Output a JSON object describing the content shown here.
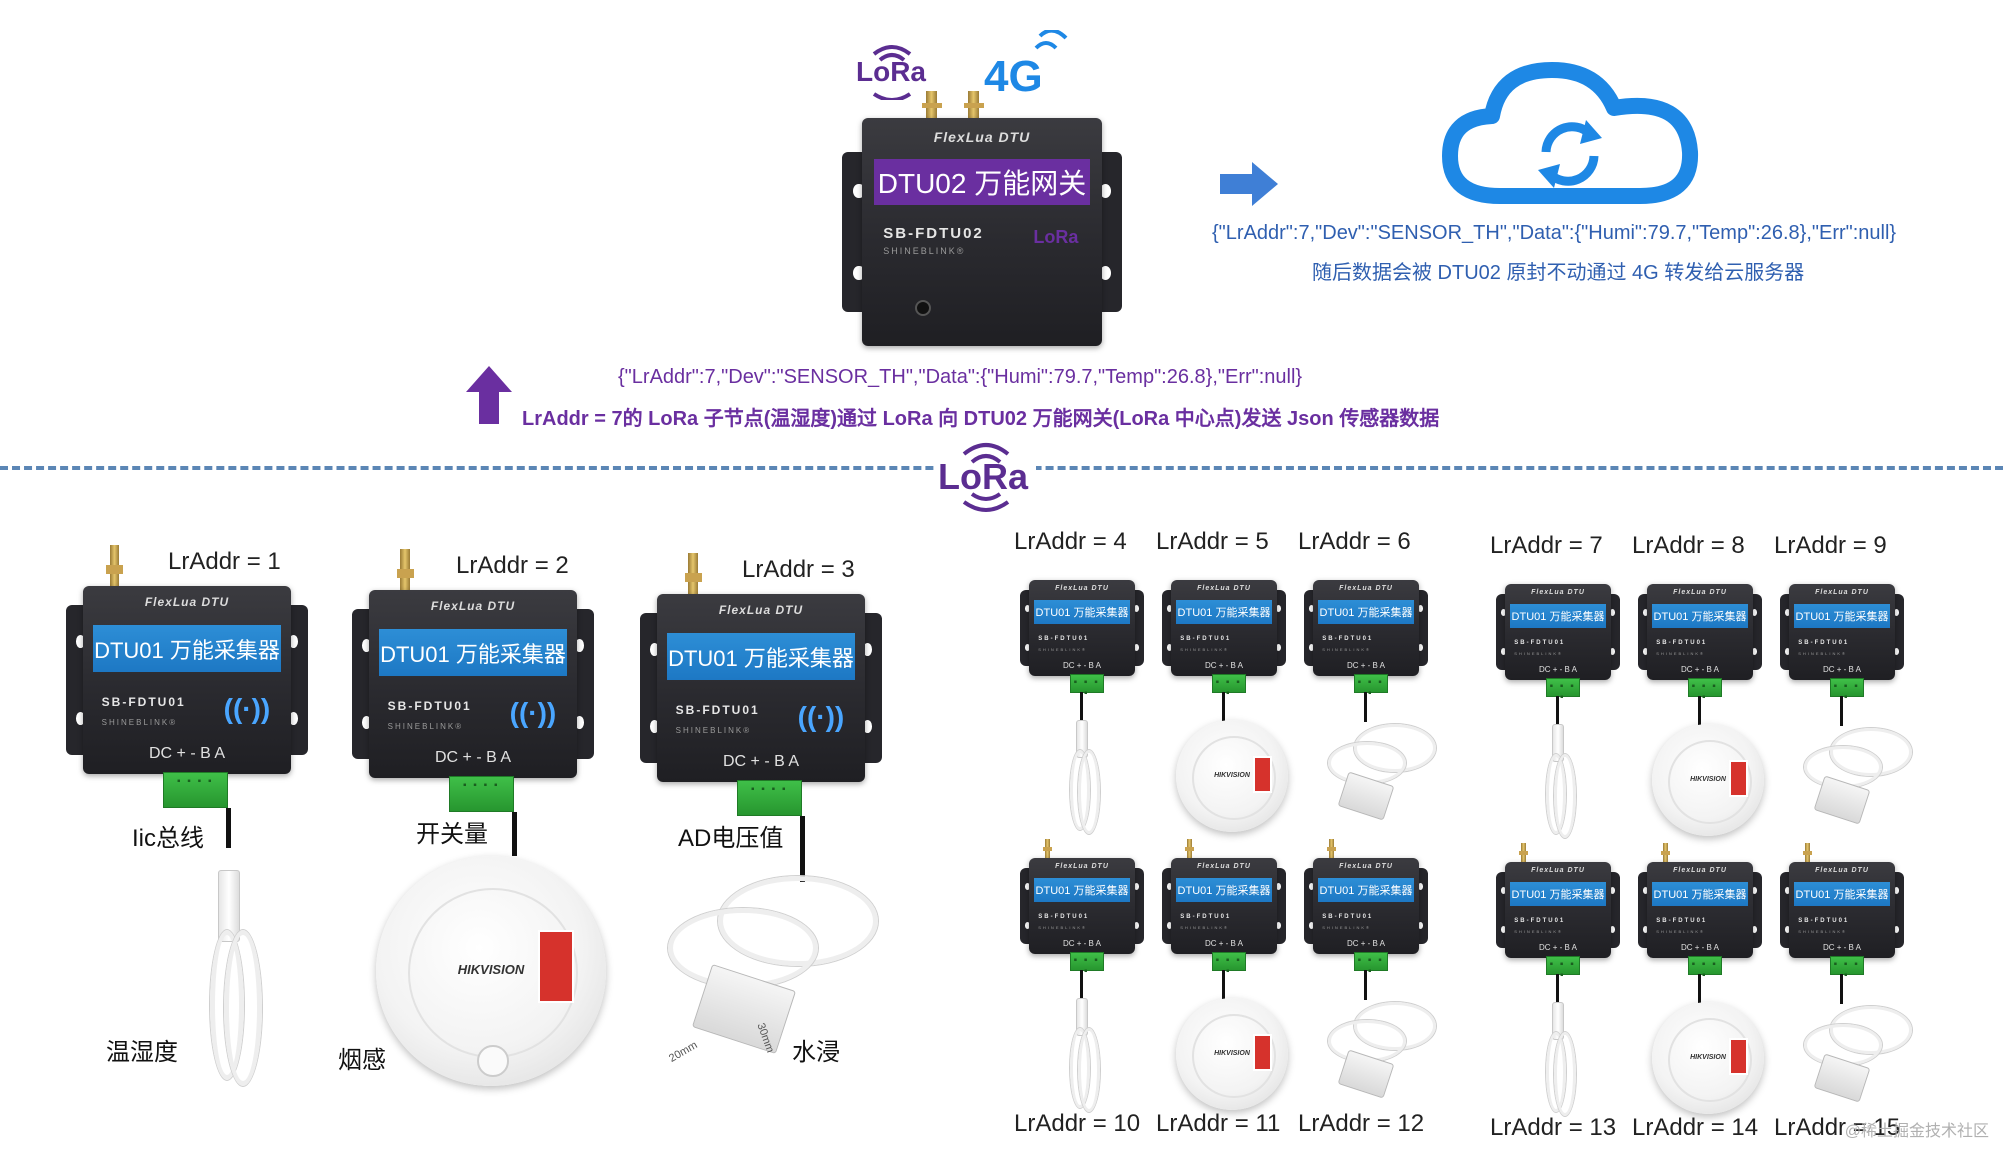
{
  "gateway": {
    "brand": "FlexLua DTU",
    "label": "DTU02 万能网关",
    "model": "SB-FDTU02",
    "sub": "SHINEBLINK®",
    "lora_badge": "LoRa",
    "lora_logo": "LoRa",
    "badge_4g": "4G"
  },
  "cloud": {
    "json": "{\"LrAddr\":7,\"Dev\":\"SENSOR_TH\",\"Data\":{\"Humi\":79.7,\"Temp\":26.8},\"Err\":null}",
    "note": "随后数据会被 DTU02 原封不动通过 4G 转发给云服务器",
    "color": "#2f5fb0"
  },
  "uplink": {
    "json": "{\"LrAddr\":7,\"Dev\":\"SENSOR_TH\",\"Data\":{\"Humi\":79.7,\"Temp\":26.8},\"Err\":null}",
    "note": "LrAddr = 7的 LoRa 子节点(温湿度)通过 LoRa 向 DTU02 万能网关(LoRa 中心点)发送 Json 传感器数据",
    "color": "#6a2fa0"
  },
  "divider_logo": "LoRa",
  "node": {
    "brand": "FlexLua DTU",
    "label": "DTU01 万能采集器",
    "model": "SB-FDTU01",
    "sub": "SHINEBLINK®",
    "dc": "DC  + -  B A"
  },
  "large_nodes": [
    {
      "addr": "LrAddr = 1",
      "interface": "Iic总线",
      "sensor": "温湿度"
    },
    {
      "addr": "LrAddr = 2",
      "interface": "开关量",
      "sensor": "烟感"
    },
    {
      "addr": "LrAddr = 3",
      "interface": "AD电压值",
      "sensor": "水浸"
    }
  ],
  "small_addrs": [
    "LrAddr = 4",
    "LrAddr = 5",
    "LrAddr = 6",
    "LrAddr = 7",
    "LrAddr = 8",
    "LrAddr = 9",
    "LrAddr = 10",
    "LrAddr = 11",
    "LrAddr = 12",
    "LrAddr = 13",
    "LrAddr = 14",
    "LrAddr = 15"
  ],
  "smoke_brand": "HIKVISION",
  "water_dims": [
    "20mm",
    "30mm"
  ],
  "watermark": "@稀土掘金技术社区",
  "colors": {
    "lora_purple": "#5b2d91",
    "arrow_blue": "#3f7fd6",
    "arrow_purple": "#6a2fa0",
    "dash": "#5b86b5",
    "cloud_blue": "#1e88e5"
  }
}
